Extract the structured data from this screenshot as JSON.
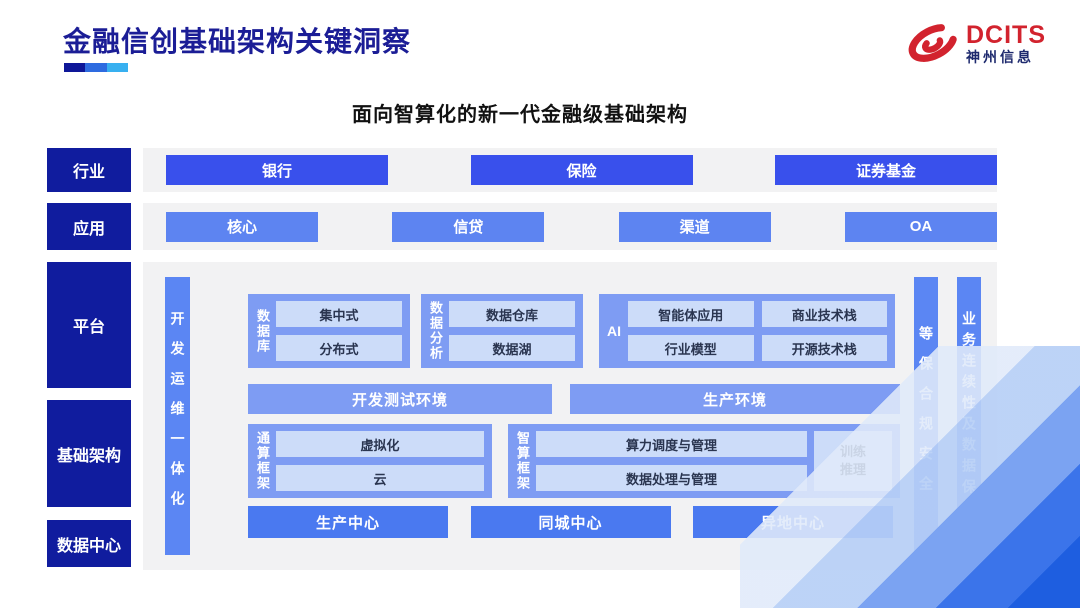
{
  "header": {
    "title": "金融信创基础架构关键洞察",
    "logo": {
      "brand": "DCITS",
      "company": "神州信息"
    }
  },
  "subtitle": "面向智算化的新一代金融级基础架构",
  "sidebar": {
    "industry": "行业",
    "application": "应用",
    "platform": "平台",
    "infrastructure": "基础架构",
    "datacenter": "数据中心"
  },
  "industry_row": [
    "银行",
    "保险",
    "证券基金"
  ],
  "application_row": [
    "核心",
    "信贷",
    "渠道",
    "OA"
  ],
  "platform_area": {
    "devops_bar": "开发运维一体化",
    "security_bar": "等保合规安全",
    "continuity_bar": "业务连续性及数据保护",
    "database_group": {
      "label": "数据库",
      "items": [
        "集中式",
        "分布式"
      ]
    },
    "analytics_group": {
      "label": "数据分析",
      "items": [
        "数据仓库",
        "数据湖"
      ]
    },
    "ai_group": {
      "label": "AI",
      "items": [
        "智能体应用",
        "商业技术栈",
        "行业模型",
        "开源技术栈"
      ]
    },
    "environments": [
      "开发测试环境",
      "生产环境"
    ],
    "general_framework": {
      "label": "通算框架",
      "items": [
        "虚拟化",
        "云"
      ]
    },
    "intelligent_framework": {
      "label": "智算框架",
      "items": [
        "算力调度与管理",
        "数据处理与管理"
      ],
      "side_item": "训练推理"
    },
    "centers": [
      "生产中心",
      "同城中心",
      "异地中心"
    ]
  },
  "colors": {
    "title_navy": "#1b1d96",
    "rail_navy": "#101c9e",
    "industry_blue": "#3950ec",
    "application_blue": "#5d84f1",
    "group_blue": "#7e9cf3",
    "side_bar_blue": "#5b86f3",
    "center_blue": "#4a79f0",
    "light_box_blue": "#ccdcf9",
    "panel_gray": "#f2f2f3",
    "logo_red": "#d2232e"
  }
}
